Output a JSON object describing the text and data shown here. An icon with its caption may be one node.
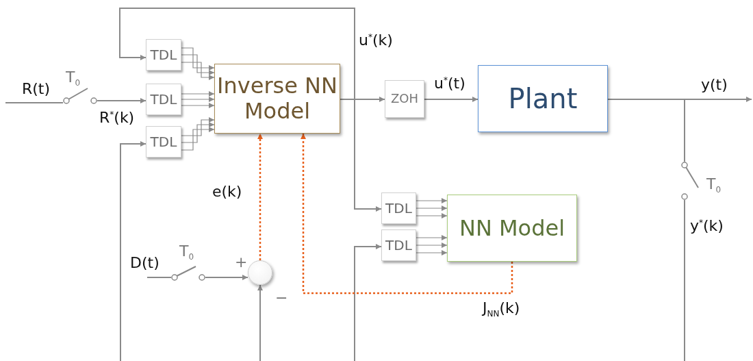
{
  "diagram": {
    "nodes": [
      {
        "text": [
          "TDL"
        ]
      },
      {
        "text": [
          "TDL"
        ]
      },
      {
        "text": [
          "TDL"
        ]
      },
      {
        "text": [
          "Inverse NN Model"
        ]
      },
      {
        "text": [
          "ZOH"
        ]
      },
      {
        "text": [
          "Plant"
        ]
      },
      {
        "text": [
          "TDL"
        ]
      },
      {
        "text": [
          "TDL"
        ]
      },
      {
        "text": [
          "NN Model"
        ]
      },
      {
        "text": [],
        "shape": "circle",
        "beside": [
          "+",
          "−"
        ]
      },
      {
        "text": [],
        "shape": "switch",
        "beside": [
          "T$_{0}$"
        ]
      },
      {
        "text": [],
        "shape": "switch",
        "beside": [
          "T$_{0}$"
        ]
      },
      {
        "text": [],
        "shape": "switch",
        "beside": [
          "T$_{0}$"
        ]
      }
    ],
    "edges": [
      {
        "from": null,
        "to": 10,
        "arrow": "none",
        "label": "R(t)"
      },
      {
        "from": 10,
        "to": 1,
        "arrow": "to",
        "label": "R$^{*}$(k)"
      },
      {
        "from": 0,
        "to": 3,
        "arrow": "to"
      },
      {
        "from": 0,
        "to": 3,
        "arrow": "to"
      },
      {
        "from": 0,
        "to": 3,
        "arrow": "to"
      },
      {
        "from": 1,
        "to": 3,
        "arrow": "to"
      },
      {
        "from": 1,
        "to": 3,
        "arrow": "to"
      },
      {
        "from": 1,
        "to": 3,
        "arrow": "to"
      },
      {
        "from": 2,
        "to": 3,
        "arrow": "to"
      },
      {
        "from": 2,
        "to": 3,
        "arrow": "to"
      },
      {
        "from": 2,
        "to": 3,
        "arrow": "to"
      },
      {
        "from": 3,
        "to": 4,
        "arrow": "to"
      },
      {
        "from": 3,
        "to": 0,
        "arrow": "to",
        "label": "u$^{*}$(k)"
      },
      {
        "from": 3,
        "to": 6,
        "arrow": "to"
      },
      {
        "from": 4,
        "to": 5,
        "arrow": "to",
        "label": "u$^{*}$(t)"
      },
      {
        "from": 5,
        "to": null,
        "arrow": "to",
        "label": "y(t)"
      },
      {
        "from": 5,
        "to": 12,
        "arrow": "none"
      },
      {
        "from": 12,
        "to": null,
        "arrow": "none",
        "label": "y$^{*}$(k)"
      },
      {
        "from": null,
        "to": 2,
        "arrow": "to"
      },
      {
        "from": null,
        "to": 9,
        "arrow": "to"
      },
      {
        "from": null,
        "to": 7,
        "arrow": "to"
      },
      {
        "from": null,
        "to": 11,
        "arrow": "none",
        "label": "D(t)"
      },
      {
        "from": 11,
        "to": 9,
        "arrow": "to"
      },
      {
        "from": 9,
        "to": 3,
        "arrow": "to",
        "label": "e(k)",
        "style": "dashed",
        "color": "#e8601c"
      },
      {
        "from": 8,
        "to": 3,
        "arrow": "to",
        "label": "J$_{NN}$(k)",
        "style": "dashed",
        "color": "#e8601c"
      },
      {
        "from": 6,
        "to": 8,
        "arrow": "to"
      },
      {
        "from": 6,
        "to": 8,
        "arrow": "to"
      },
      {
        "from": 6,
        "to": 8,
        "arrow": "to"
      },
      {
        "from": 7,
        "to": 8,
        "arrow": "to"
      },
      {
        "from": 7,
        "to": 8,
        "arrow": "to"
      },
      {
        "from": 7,
        "to": 8,
        "arrow": "to"
      }
    ]
  }
}
